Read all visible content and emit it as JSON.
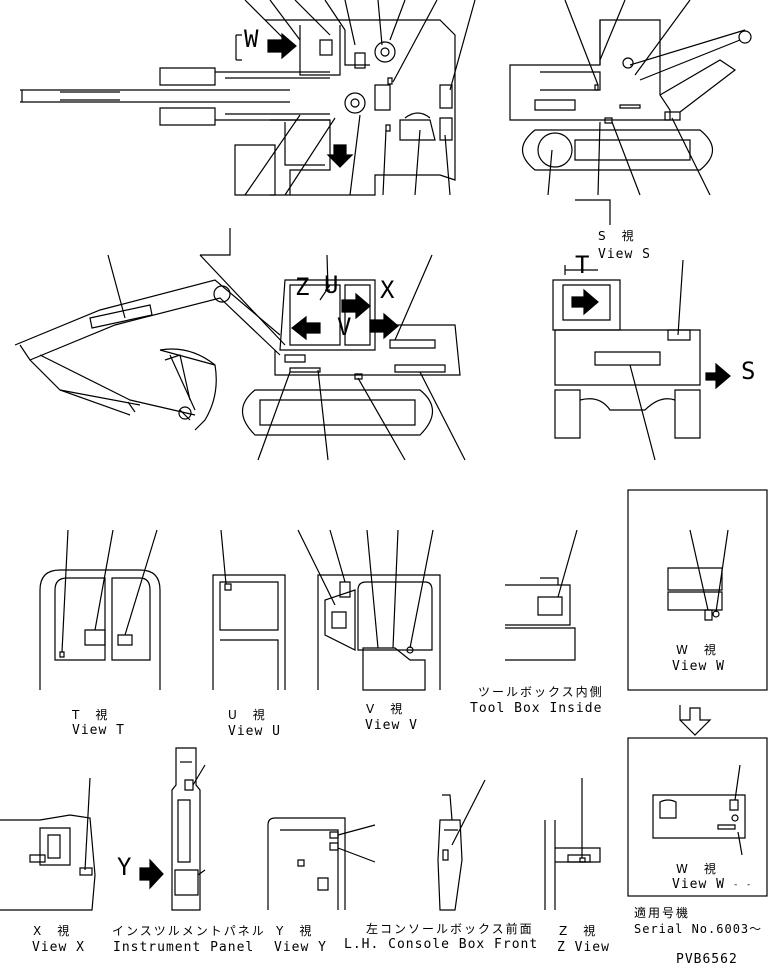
{
  "views": {
    "s": {
      "jp": "S　視",
      "en": "View S"
    },
    "t": {
      "jp": "T　視",
      "en": "View T"
    },
    "u": {
      "jp": "U　視",
      "en": "View U"
    },
    "v": {
      "jp": "V　視",
      "en": "View V"
    },
    "w1": {
      "jp": "W　視",
      "en": "View W"
    },
    "w2": {
      "jp": "W　視",
      "en": "View W"
    },
    "x": {
      "jp": "X　視",
      "en": "View X"
    },
    "y": {
      "jp": "Y　視",
      "en": "View Y"
    },
    "z": {
      "jp": "Z　視",
      "en": "Z View"
    }
  },
  "toolbox": {
    "jp": "ツールボックス内側",
    "en": "Tool Box Inside"
  },
  "instrument_panel": {
    "jp": "インスツルメントパネル",
    "en": "Instrument Panel"
  },
  "console": {
    "jp": "左コンソールボックス前面",
    "en": "L.H. Console Box  Front"
  },
  "applicability": {
    "jp": "適用号機",
    "en": "Serial No.6003〜"
  },
  "view_letters": {
    "W": "W",
    "S": "S",
    "T": "T",
    "U": "U",
    "V": "V",
    "X": "X",
    "Y": "Y",
    "Z": "Z"
  },
  "w2_suffix": "- -",
  "drawing_code": "PVB6562"
}
